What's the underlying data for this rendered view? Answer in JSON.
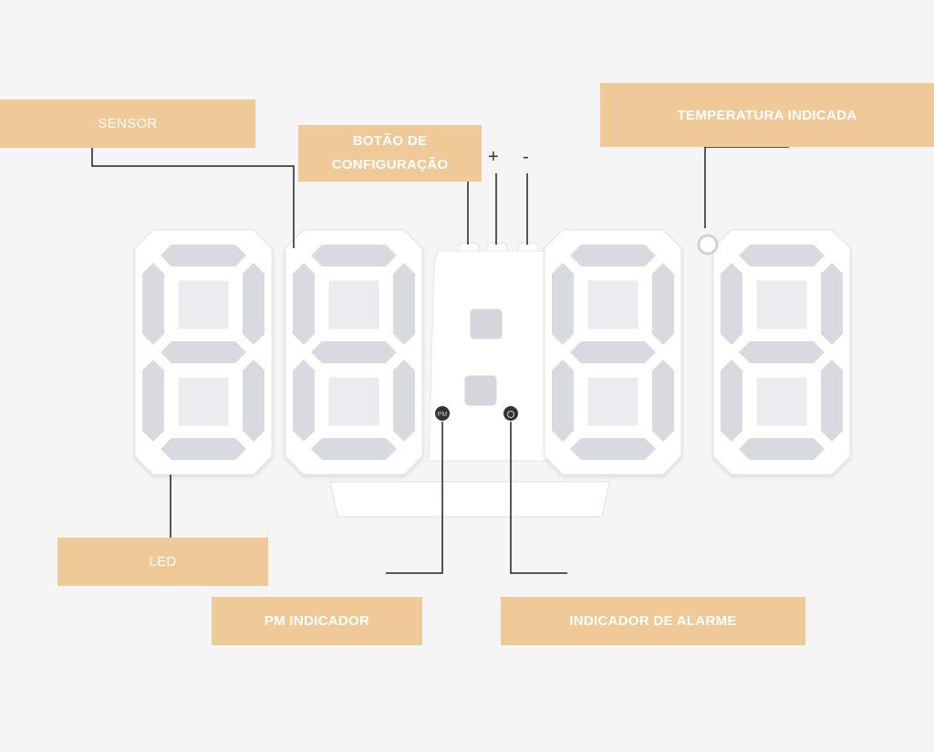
{
  "labels": {
    "sensor": "SENSOR",
    "config_button_line1": "BOTÃO DE",
    "config_button_line2": "CONFIGURAÇÃO",
    "plus": "+",
    "minus": "-",
    "temperature": "TEMPERATURA INDICADA",
    "led": "LED",
    "pm": "PM INDICADOR",
    "alarm": "INDICADOR DE ALARME"
  },
  "device": {
    "pm_dot_text": "PM"
  },
  "colors": {
    "label_bg": "#efc998",
    "segment": "#d9d9e0",
    "background": "#f5f5f5"
  }
}
